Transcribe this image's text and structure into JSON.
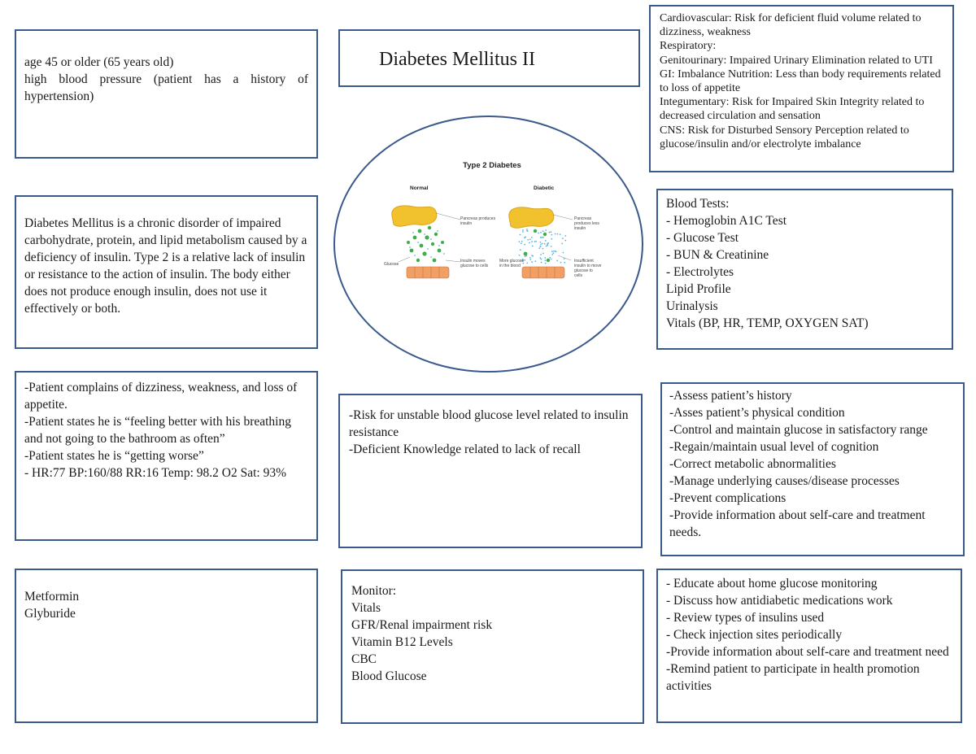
{
  "risk_factors": {
    "lines": [
      "age 45 or older (65 years old)",
      "high blood pressure (patient has a history of hypertension)"
    ]
  },
  "title": "Diabetes Mellitus II",
  "systems": {
    "lines": [
      "Cardiovascular: Risk for deficient fluid volume related to dizziness, weakness",
      "Respiratory:",
      "Genitourinary: Impaired Urinary Elimination related to UTI",
      "GI: Imbalance Nutrition: Less than body requirements related to loss of appetite",
      "Integumentary: Risk for Impaired Skin Integrity related to decreased circulation and sensation",
      "CNS: Risk for Disturbed Sensory Perception related to glucose/insulin and/or electrolyte imbalance"
    ]
  },
  "definition": {
    "text": "Diabetes Mellitus is a chronic disorder of impaired carbohydrate, protein, and lipid metabolism caused by a deficiency of insulin. Type 2 is a relative lack of insulin or resistance to the action of insulin. The body either does not produce enough insulin, does not use it effectively or both."
  },
  "figure": {
    "title": "Type 2 Diabetes",
    "normal_label": "Normal",
    "diabetic_label": "Diabetic",
    "normal_pancreas_note": "Pancreas produces insulin",
    "diabetic_pancreas_note": "Pancreas produces less insulin",
    "glucose_label": "Glucose",
    "normal_cells_note": "Insulin moves glucose to cells",
    "diabetic_blood_note": "More glucose in the blood",
    "diabetic_cells_note": "Insufficient insulin to move glucose to cells",
    "colors": {
      "pancreas": "#f2c12e",
      "insulin": "#3fae49",
      "glucose": "#58b7e3",
      "cells": "#f0a064"
    }
  },
  "labs": {
    "lines": [
      "Blood Tests:",
      "- Hemoglobin A1C Test",
      "- Glucose Test",
      "- BUN & Creatinine",
      "- Electrolytes",
      "Lipid Profile",
      "Urinalysis",
      "Vitals (BP, HR, TEMP, OXYGEN SAT)"
    ]
  },
  "subjective": {
    "lines": [
      "-Patient complains of dizziness, weakness, and loss of appetite.",
      "-Patient states he is “feeling better with his breathing and not going to the bathroom as often”",
      "-Patient states he is “getting worse”",
      "- HR:77 BP:160/88 RR:16 Temp: 98.2 O2 Sat: 93%"
    ]
  },
  "diagnoses": {
    "lines": [
      "-Risk for unstable blood glucose level related to insulin resistance",
      "-Deficient Knowledge related to lack of recall"
    ]
  },
  "goals": {
    "lines": [
      "-Assess patient’s history",
      "-Asses patient’s physical condition",
      "-Control and maintain glucose in satisfactory range",
      "-Regain/maintain usual level of cognition",
      "-Correct metabolic abnormalities",
      "-Manage underlying causes/disease processes",
      "-Prevent complications",
      "-Provide information about self-care and treatment needs."
    ]
  },
  "medications": {
    "lines": [
      "Metformin",
      "Glyburide"
    ]
  },
  "monitor": {
    "lines": [
      "Monitor:",
      "Vitals",
      "GFR/Renal impairment risk",
      "Vitamin B12 Levels",
      "CBC",
      "Blood Glucose"
    ]
  },
  "education": {
    "lines": [
      "- Educate about home glucose monitoring",
      "- Discuss how antidiabetic medications work",
      "- Review types of insulins used",
      "- Check injection sites periodically",
      "-Provide information about self-care and treatment need",
      "-Remind patient to participate in health promotion activities"
    ]
  },
  "border_color": "#3a5a8c"
}
